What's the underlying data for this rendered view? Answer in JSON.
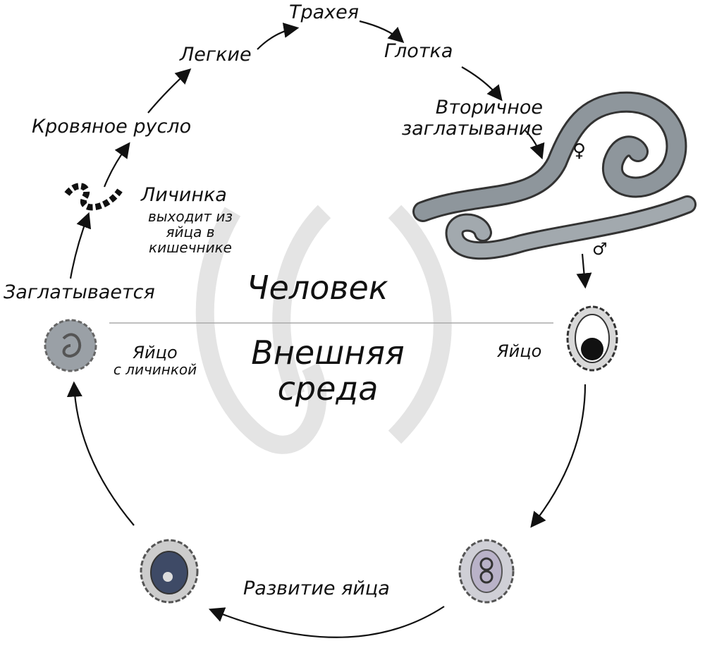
{
  "labels": {
    "trachea": "Трахея",
    "lungs": "Легкие",
    "pharynx": "Глотка",
    "secondary_swallowing_1": "Вторичное",
    "secondary_swallowing_2": "заглатывание",
    "bloodstream": "Кровяное русло",
    "larva": "Личинка",
    "larva_note_1": "выходит из",
    "larva_note_2": "яйца в",
    "larva_note_3": "кишечнике",
    "swallowed": "Заглатывается",
    "human": "Человек",
    "environment_1": "Внешняя",
    "environment_2": "среда",
    "egg_with_larva_1": "Яйцо",
    "egg_with_larva_2": "с личинкой",
    "egg": "Яйцо",
    "egg_development": "Развитие яйца",
    "female_symbol": "♀",
    "male_symbol": "♂"
  },
  "colors": {
    "worm": "#8e969c",
    "egg": "#9aa0a6",
    "line": "#111111",
    "watermark": "#e6e6e6"
  }
}
